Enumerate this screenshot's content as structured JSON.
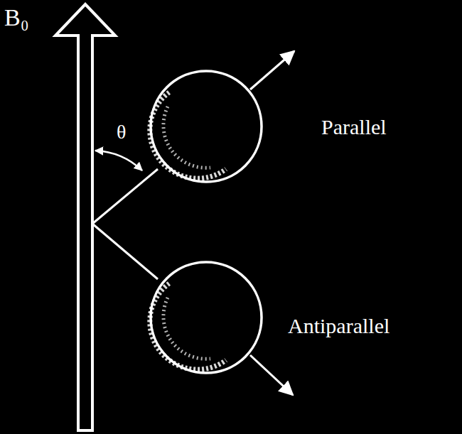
{
  "diagram": {
    "labels": [
      "B₀",
      "θ",
      "Parallel",
      "Antiparallel"
    ]
  }
}
